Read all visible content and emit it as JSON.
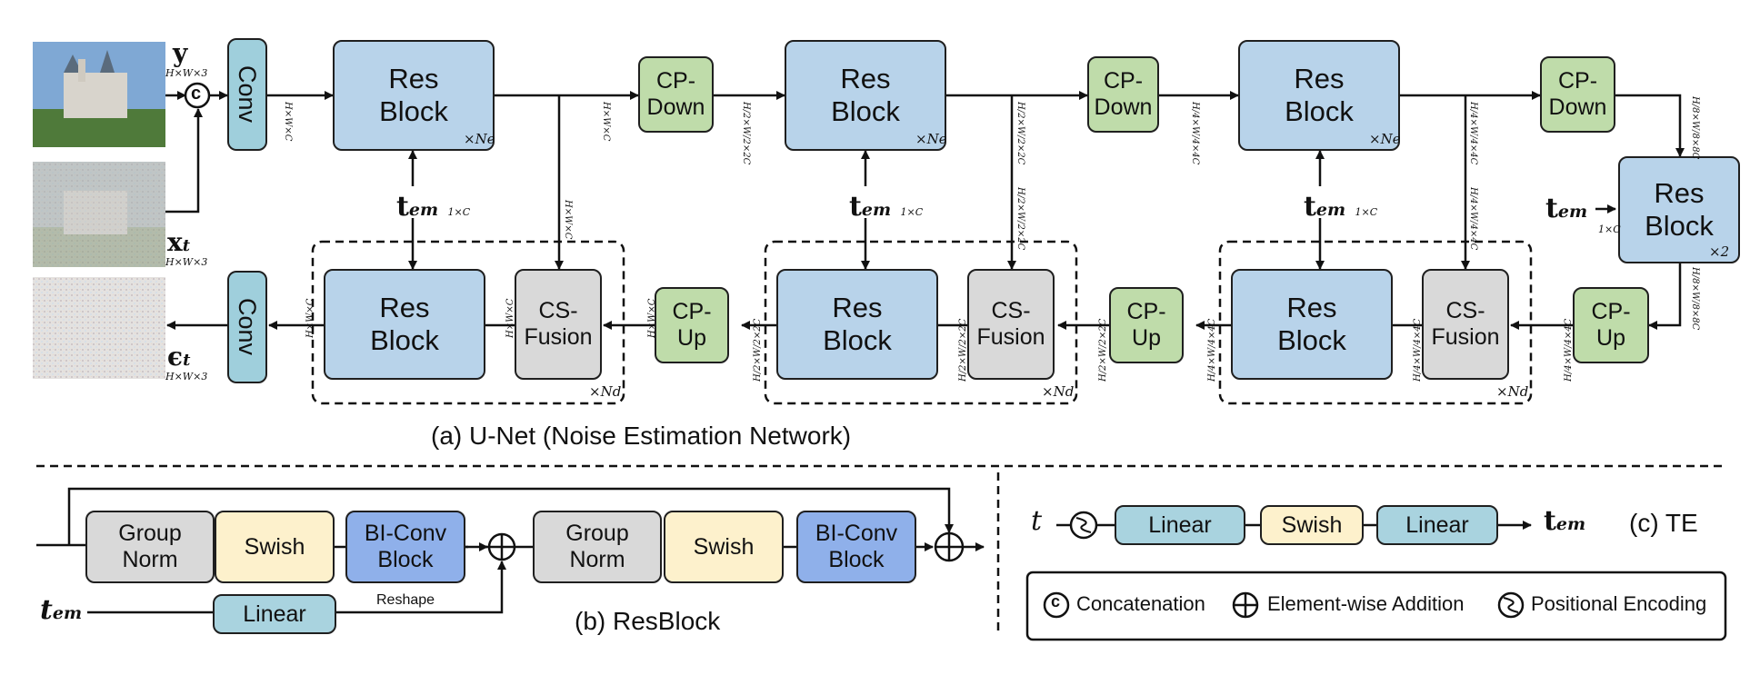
{
  "captions": {
    "unet": "(a) U-Net (Noise Estimation Network)",
    "resblock": "(b) ResBlock",
    "te": "(c) TE"
  },
  "labels": {
    "res_block": "Res Block",
    "cp_down": "CP- Down",
    "cp_up": "CP- Up",
    "cs_fusion": "CS- Fusion",
    "conv": "Conv",
    "group_norm": "Group Norm",
    "swish": "Swish",
    "bi_conv": "BI-Conv Block",
    "linear": "Linear",
    "reshape": "Reshape",
    "concat_symbol": "c",
    "t_em": "t",
    "t_em_sub": "em",
    "t_dim": "1×C",
    "t_scalar": "t"
  },
  "multipliers": {
    "encoder": "×Ne",
    "decoder": "×Nd",
    "middle": "×2"
  },
  "symbols": {
    "y": "y",
    "x_t": "x",
    "x_t_sub": "t",
    "eps_t": "ϵ",
    "eps_t_sub": "t",
    "img_dim": "H×W×3"
  },
  "dims": {
    "d1": "H×W×C",
    "d2": "H/2×W/2×2C",
    "d3": "H/4×W/4×4C",
    "d4": "H/8×W/8×8C"
  },
  "legend": {
    "concat": "Concatenation",
    "add": "Element-wise Addition",
    "pos": "Positional Encoding"
  },
  "colors": {
    "res_block": "#b8d3ea",
    "cp": "#bfdcaa",
    "cs_fusion": "#d9d9d9",
    "conv": "#9fcfdc",
    "group_norm": "#d9d9d9",
    "swish": "#fdf1cc",
    "bi_conv": "#8fb0ea",
    "linear": "#a9d3df"
  }
}
